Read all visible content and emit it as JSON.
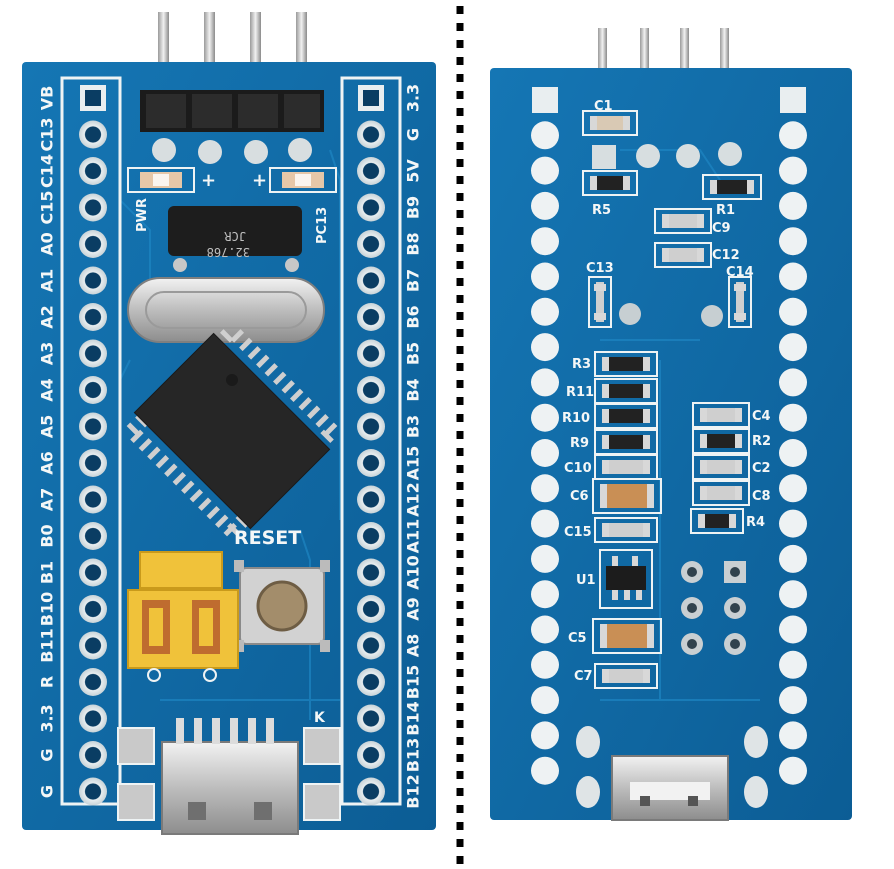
{
  "image": {
    "subject": "Blue microcontroller development board shown from the front and from the back",
    "colors": {
      "pcb": "#0f6aa4",
      "pcb_dark": "#0b5384",
      "trace": "#1b7fba",
      "silkscreen": "#f4f7f7",
      "pad": "#e9eef0",
      "chip": "#2a2a2a",
      "crystal": "#c9c9c9",
      "jumper": "#f0c23a",
      "divider": "#000000"
    }
  },
  "front": {
    "left_pin_labels": [
      "VB",
      "C13",
      "C14",
      "C15",
      "A0",
      "A1",
      "A2",
      "A3",
      "A4",
      "A5",
      "A6",
      "A7",
      "B0",
      "B1",
      "B10",
      "B11",
      "R",
      "3.3",
      "G",
      "G"
    ],
    "right_pin_labels": [
      "3.3",
      "G",
      "5V",
      "B9",
      "B8",
      "B7",
      "B6",
      "B5",
      "B4",
      "B3",
      "A15",
      "A12",
      "A11",
      "A10",
      "A9",
      "A8",
      "B15",
      "B14",
      "B13",
      "B12"
    ],
    "pwr_label": "PWR",
    "pc13_label": "PC13",
    "plus_left": "+",
    "plus_right": "+",
    "reset_label": "RESET",
    "crystal_marking_1": "32.768",
    "crystal_marking_2": "JCR",
    "k_label": "K"
  },
  "back": {
    "component_labels": [
      "C1",
      "R5",
      "R1",
      "C9",
      "C12",
      "C13",
      "C14",
      "R3",
      "R11",
      "R10",
      "R9",
      "C10",
      "C6",
      "C15",
      "U1",
      "C5",
      "C7",
      "C4",
      "R2",
      "C2",
      "C8",
      "R4"
    ]
  }
}
